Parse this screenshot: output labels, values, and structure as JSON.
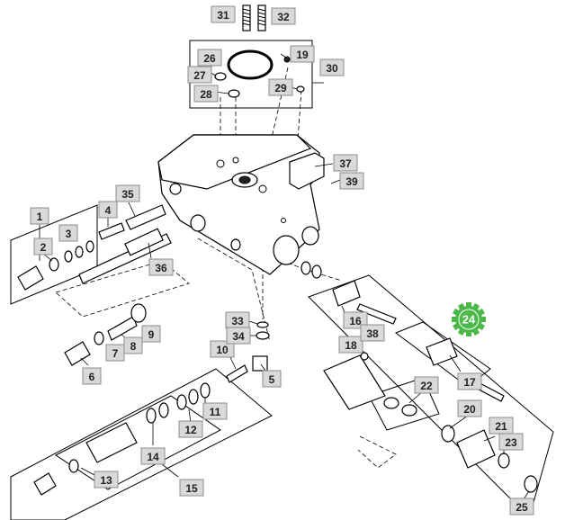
{
  "callouts": [
    {
      "id": "c1",
      "text": "1"
    },
    {
      "id": "c2",
      "text": "2"
    },
    {
      "id": "c3",
      "text": "3"
    },
    {
      "id": "c4",
      "text": "4"
    },
    {
      "id": "c5",
      "text": "5"
    },
    {
      "id": "c6",
      "text": "6"
    },
    {
      "id": "c7",
      "text": "7"
    },
    {
      "id": "c8",
      "text": "8"
    },
    {
      "id": "c9",
      "text": "9"
    },
    {
      "id": "c10",
      "text": "10"
    },
    {
      "id": "c11",
      "text": "11"
    },
    {
      "id": "c12",
      "text": "12"
    },
    {
      "id": "c13",
      "text": "13"
    },
    {
      "id": "c14",
      "text": "14"
    },
    {
      "id": "c15",
      "text": "15"
    },
    {
      "id": "c16",
      "text": "16"
    },
    {
      "id": "c17",
      "text": "17"
    },
    {
      "id": "c18",
      "text": "18"
    },
    {
      "id": "c19",
      "text": "19"
    },
    {
      "id": "c20",
      "text": "20"
    },
    {
      "id": "c21",
      "text": "21"
    },
    {
      "id": "c22",
      "text": "22"
    },
    {
      "id": "c23",
      "text": "23"
    },
    {
      "id": "c25",
      "text": "25"
    },
    {
      "id": "c26",
      "text": "26"
    },
    {
      "id": "c27",
      "text": "27"
    },
    {
      "id": "c28",
      "text": "28"
    },
    {
      "id": "c29",
      "text": "29"
    },
    {
      "id": "c30",
      "text": "30"
    },
    {
      "id": "c31",
      "text": "31"
    },
    {
      "id": "c32",
      "text": "32"
    },
    {
      "id": "c33",
      "text": "33"
    },
    {
      "id": "c34",
      "text": "34"
    },
    {
      "id": "c35",
      "text": "35"
    },
    {
      "id": "c36",
      "text": "36"
    },
    {
      "id": "c37",
      "text": "37"
    },
    {
      "id": "c38",
      "text": "38"
    },
    {
      "id": "c39",
      "text": "39"
    }
  ],
  "highlight_callout": {
    "text": "24",
    "color": "#4cb848"
  },
  "colors": {
    "label_fill": "#d9d9d9",
    "label_stroke": "#8c8c8c",
    "line": "#000000"
  }
}
